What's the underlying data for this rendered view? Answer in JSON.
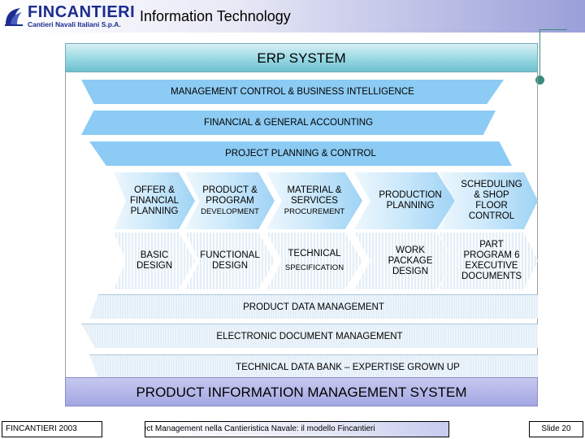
{
  "header": {
    "logo_word": "FINCANTIERI",
    "logo_sub": "Cantieri Navali Italiani S.p.A.",
    "title": "Information Technology"
  },
  "erp": {
    "title": "ERP SYSTEM"
  },
  "bands": {
    "mgmt": "MANAGEMENT CONTROL & BUSINESS INTELLIGENCE",
    "financial": "FINANCIAL & GENERAL ACCOUNTING",
    "project": "PROJECT PLANNING & CONTROL",
    "pdm": "PRODUCT DATA MANAGEMENT",
    "edm": "ELECTRONIC DOCUMENT MANAGEMENT",
    "tdb": "TECHNICAL DATA BANK – EXPERTISE GROWN UP"
  },
  "modules_top": [
    {
      "line1": "OFFER &",
      "line2": "FINANCIAL",
      "line3": "PLANNING"
    },
    {
      "line1": "PRODUCT &",
      "line2": "PROGRAM",
      "sub": "DEVELOPMENT"
    },
    {
      "line1": "MATERIAL &",
      "line2": "SERVICES",
      "sub": "PROCUREMENT"
    },
    {
      "line1": "PRODUCTION",
      "line2": "PLANNING"
    },
    {
      "line1": "SCHEDULING",
      "line2": "& SHOP",
      "line3": "FLOOR",
      "line4": "CONTROL"
    }
  ],
  "modules_bottom": [
    {
      "line1": "BASIC",
      "line2": "DESIGN"
    },
    {
      "line1": "FUNCTIONAL",
      "line2": "DESIGN"
    },
    {
      "line1": "TECHNICAL",
      "sub": "SPECIFICATION"
    },
    {
      "line1": "WORK",
      "line2": "PACKAGE",
      "line3": "DESIGN"
    },
    {
      "line1": "PART",
      "line2": "PROGRAM 6",
      "line3": "EXECUTIVE",
      "line4": "DOCUMENTS"
    }
  ],
  "pim": {
    "title": "PRODUCT INFORMATION MANAGEMENT SYSTEM"
  },
  "footer": {
    "left": "FINCANTIERI 2003",
    "middle": "Project Management nella Cantieristica Navale: il modello Fincantieri",
    "right": "Slide 20"
  },
  "colors": {
    "brand": "#1b2d8f",
    "erp_bar": "#97d8e2",
    "band_blue": "#8ccbf4",
    "pim_bar": "#a3a7e2",
    "accent_line": "#3a8c7a"
  }
}
